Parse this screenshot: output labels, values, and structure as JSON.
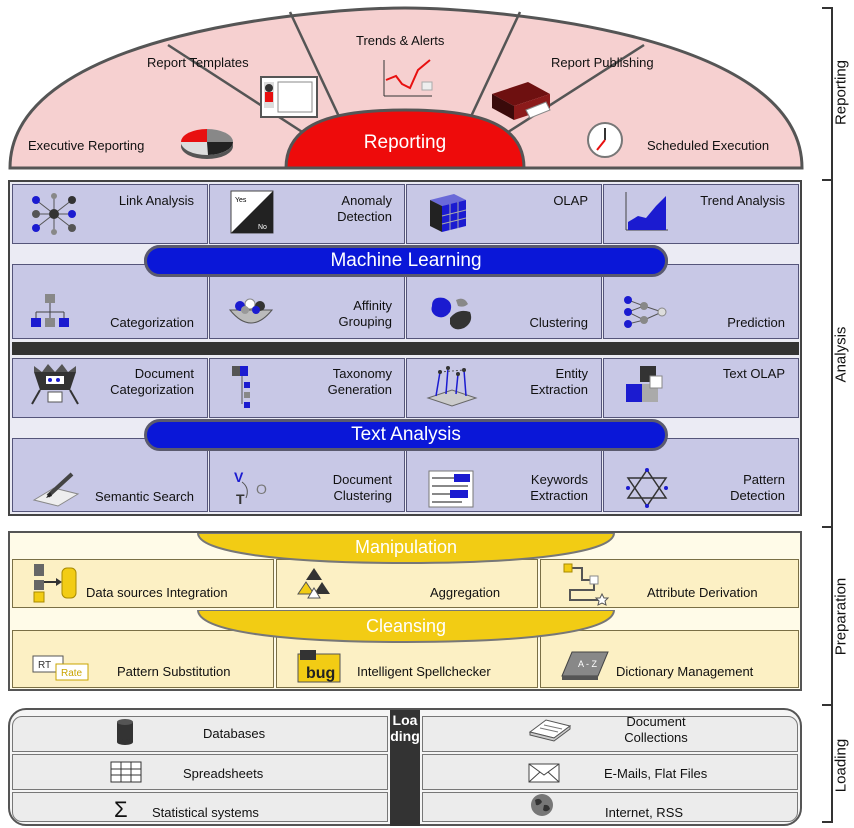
{
  "reporting": {
    "center": "Reporting",
    "sectors": [
      "Executive Reporting",
      "Report Templates",
      "Trends & Alerts",
      "Report Publishing",
      "Scheduled Execution"
    ]
  },
  "analysis": {
    "row1": [
      "Link Analysis",
      "Anomaly\nDetection",
      "OLAP",
      "Trend Analysis"
    ],
    "machine_learning": "Machine Learning",
    "row2": [
      "Categorization",
      "Affinity\nGrouping",
      "Clustering",
      "Prediction"
    ],
    "row3": [
      "Document\nCategorization",
      "Taxonomy\nGeneration",
      "Entity\nExtraction",
      "Text OLAP"
    ],
    "text_analysis": "Text Analysis",
    "row4": [
      "Semantic Search",
      "Document\nClustering",
      "Keywords\nExtraction",
      "Pattern\nDetection"
    ],
    "anomaly_icon_yes": "Yes",
    "anomaly_icon_no": "No"
  },
  "preparation": {
    "manipulation": "Manipulation",
    "row1": [
      "Data sources Integration",
      "Aggregation",
      "Attribute Derivation"
    ],
    "cleansing": "Cleansing",
    "row2": [
      "Pattern Substitution",
      "Intelligent Spellchecker",
      "Dictionary Management"
    ],
    "pattern_icon_rt": "RT",
    "pattern_icon_rate": "Rate",
    "spell_icon": "bug",
    "dict_icon": "A - Z"
  },
  "loading": {
    "vertical": "Loading",
    "left": [
      "Databases",
      "Spreadsheets",
      "Statistical systems"
    ],
    "right": [
      "Document\nCollections",
      "E-Mails, Flat Files",
      "Internet, RSS"
    ],
    "sigma": "Σ"
  },
  "side_labels": [
    "Reporting",
    "Analysis",
    "Preparation",
    "Loading"
  ],
  "colors": {
    "reporting_fill": "#f6d0d0",
    "reporting_center": "#ee0b0b",
    "analysis_fill": "#c8c8e6",
    "pill_blue": "#0a17d8",
    "prep_fill": "#fcf0c4",
    "prep_banner": "#f2cc14",
    "loading_fill": "#ececec"
  }
}
